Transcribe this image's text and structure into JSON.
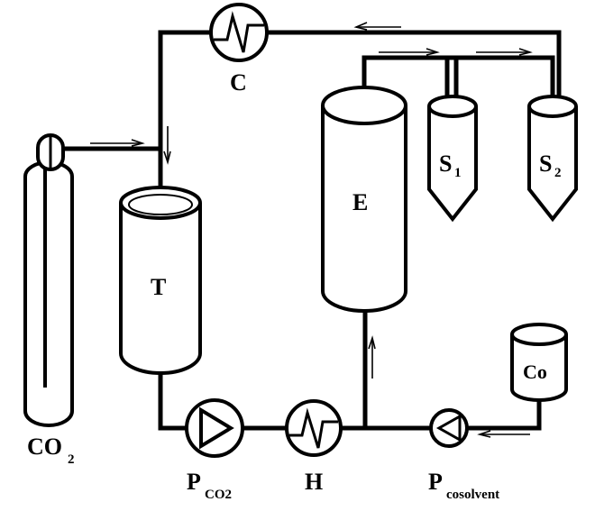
{
  "diagram": {
    "labels": {
      "condenser": "C",
      "extractor": "E",
      "tank": "T",
      "separator_1": "S",
      "separator_1_sub": "1",
      "separator_2": "S",
      "separator_2_sub": "2",
      "cosolvent_vessel": "Co",
      "co2_cylinder": "CO",
      "co2_cylinder_sub": "2",
      "pump_co2": "P",
      "pump_co2_sub": "CO2",
      "heater": "H",
      "pump_cosolvent": "P",
      "pump_cosolvent_sub": "cosolvent"
    }
  }
}
